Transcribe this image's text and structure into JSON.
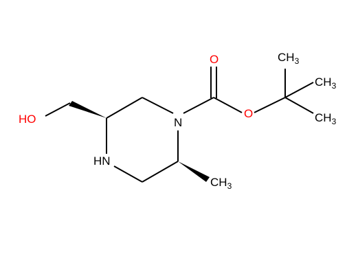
{
  "molecule": {
    "labels": {
      "oh": "HO",
      "nh": "HN",
      "n1": "N",
      "o_carbonyl": "O",
      "o_ester": "O",
      "ch3_top": "CH",
      "ch3_top_sub": "3",
      "ch3_right": "CH",
      "ch3_right_sub": "3",
      "ch3_ring": "CH",
      "ch3_ring_sub": "3"
    },
    "colors": {
      "bond": "#000000",
      "heteroatom": "#ff0000",
      "nitrogen": "#000000"
    }
  }
}
